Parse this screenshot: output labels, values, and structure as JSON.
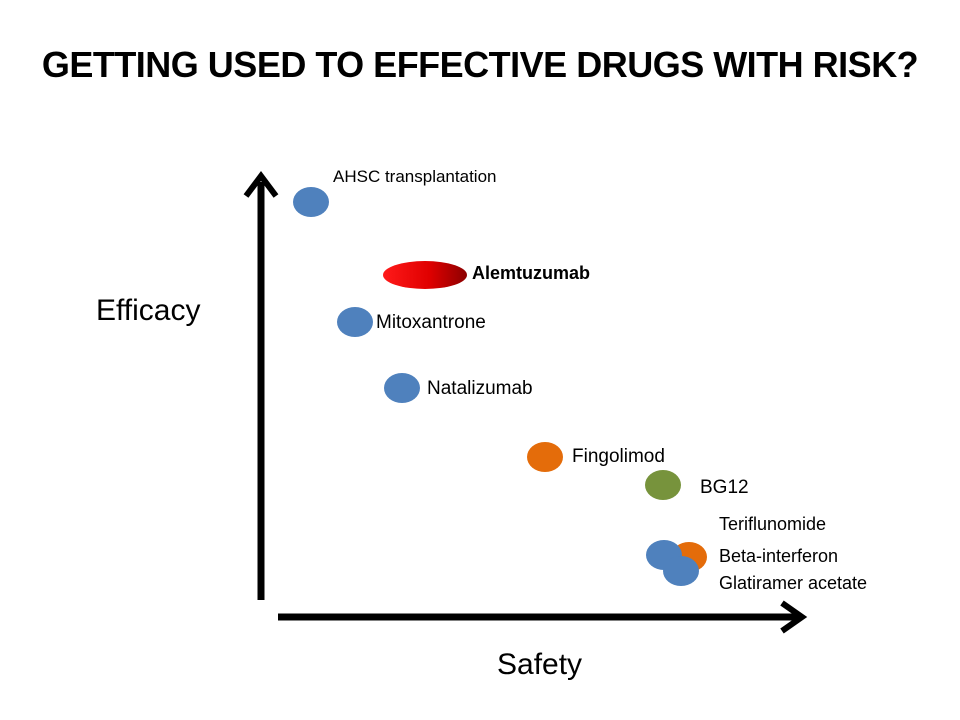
{
  "title": "GETTING USED TO EFFECTIVE DRUGS WITH RISK?",
  "y_axis_label": "Efficacy",
  "x_axis_label": "Safety",
  "colors": {
    "blue": "#4f81bd",
    "red": "#ff0000",
    "orange": "#e46c0a",
    "green": "#77933c",
    "axis": "#000000"
  },
  "drugs": [
    {
      "label": "AHSC transplantation",
      "color": "blue",
      "bold": false
    },
    {
      "label": "Alemtuzumab",
      "color": "red",
      "bold": true
    },
    {
      "label": "Mitoxantrone",
      "color": "blue",
      "bold": false
    },
    {
      "label": "Natalizumab",
      "color": "blue",
      "bold": false
    },
    {
      "label": "Fingolimod",
      "color": "orange",
      "bold": false
    },
    {
      "label": "BG12",
      "color": "green",
      "bold": false
    },
    {
      "label": "Teriflunomide",
      "color": "blue",
      "bold": false
    },
    {
      "label": "Beta-interferon",
      "color": "orange",
      "bold": false
    },
    {
      "label": "Glatiramer acetate",
      "color": "blue",
      "bold": false
    }
  ]
}
